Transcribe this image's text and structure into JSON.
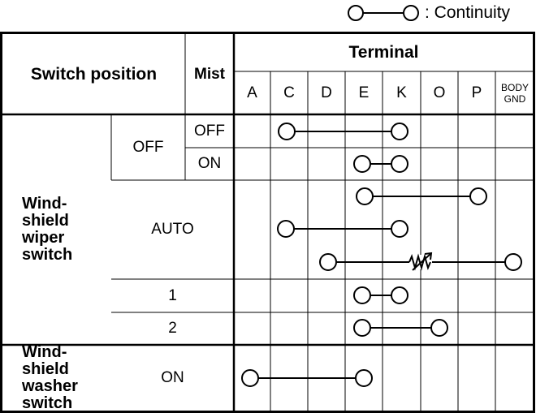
{
  "legend": {
    "text": ": Continuity",
    "symbol_icon": "continuity-symbol-icon"
  },
  "header": {
    "switch_position": "Switch position",
    "mist": "Mist",
    "terminal": "Terminal",
    "terminals": [
      "A",
      "C",
      "D",
      "E",
      "K",
      "O",
      "P",
      "BODY GND"
    ]
  },
  "groups": {
    "wiper": "Wind-\nshield\nwiper\nswitch",
    "washer": "Wind-\nshield\nwasher\nswitch"
  },
  "rows": {
    "off": "OFF",
    "mist_off": "OFF",
    "mist_on": "ON",
    "auto": "AUTO",
    "one": "1",
    "two": "2",
    "washer_on": "ON"
  },
  "continuity": [
    {
      "row": "OFF / Mist OFF",
      "terminals": [
        "C",
        "K"
      ]
    },
    {
      "row": "OFF / Mist ON",
      "terminals": [
        "E",
        "K"
      ]
    },
    {
      "row": "AUTO (1)",
      "terminals": [
        "E",
        "P"
      ]
    },
    {
      "row": "AUTO (2)",
      "terminals": [
        "C",
        "K"
      ]
    },
    {
      "row": "AUTO (3)",
      "terminals": [
        "D",
        "BODY GND"
      ],
      "via": "variable-resistor"
    },
    {
      "row": "1",
      "terminals": [
        "E",
        "K"
      ]
    },
    {
      "row": "2",
      "terminals": [
        "E",
        "O"
      ]
    },
    {
      "row": "Washer ON",
      "terminals": [
        "A",
        "E"
      ]
    }
  ]
}
